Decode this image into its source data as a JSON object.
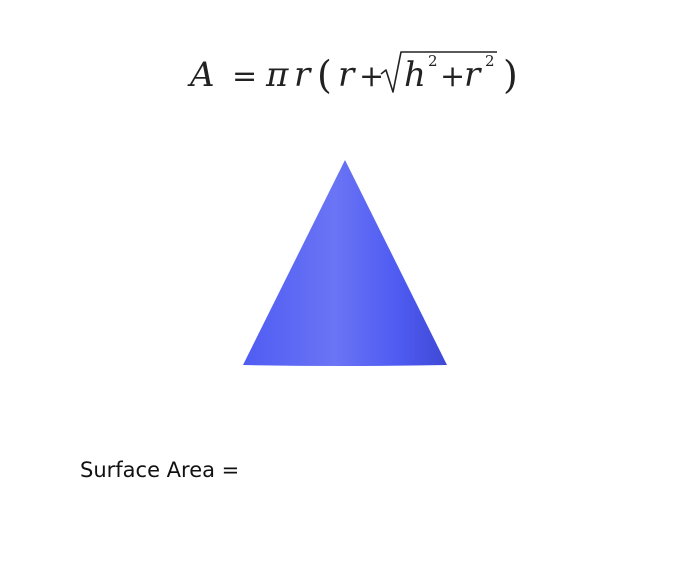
{
  "formula": {
    "lhs": "A",
    "equals": "=",
    "pi": "π",
    "r": "r",
    "open_paren": "(",
    "plus": "+",
    "h": "h",
    "exponent": "2",
    "close_paren": ")"
  },
  "cone": {
    "shape": "cone",
    "color_light": "#6a74f5",
    "color_mid": "#4f5cf2",
    "color_dark": "#3f49d6"
  },
  "result": {
    "label": "Surface Area ="
  }
}
